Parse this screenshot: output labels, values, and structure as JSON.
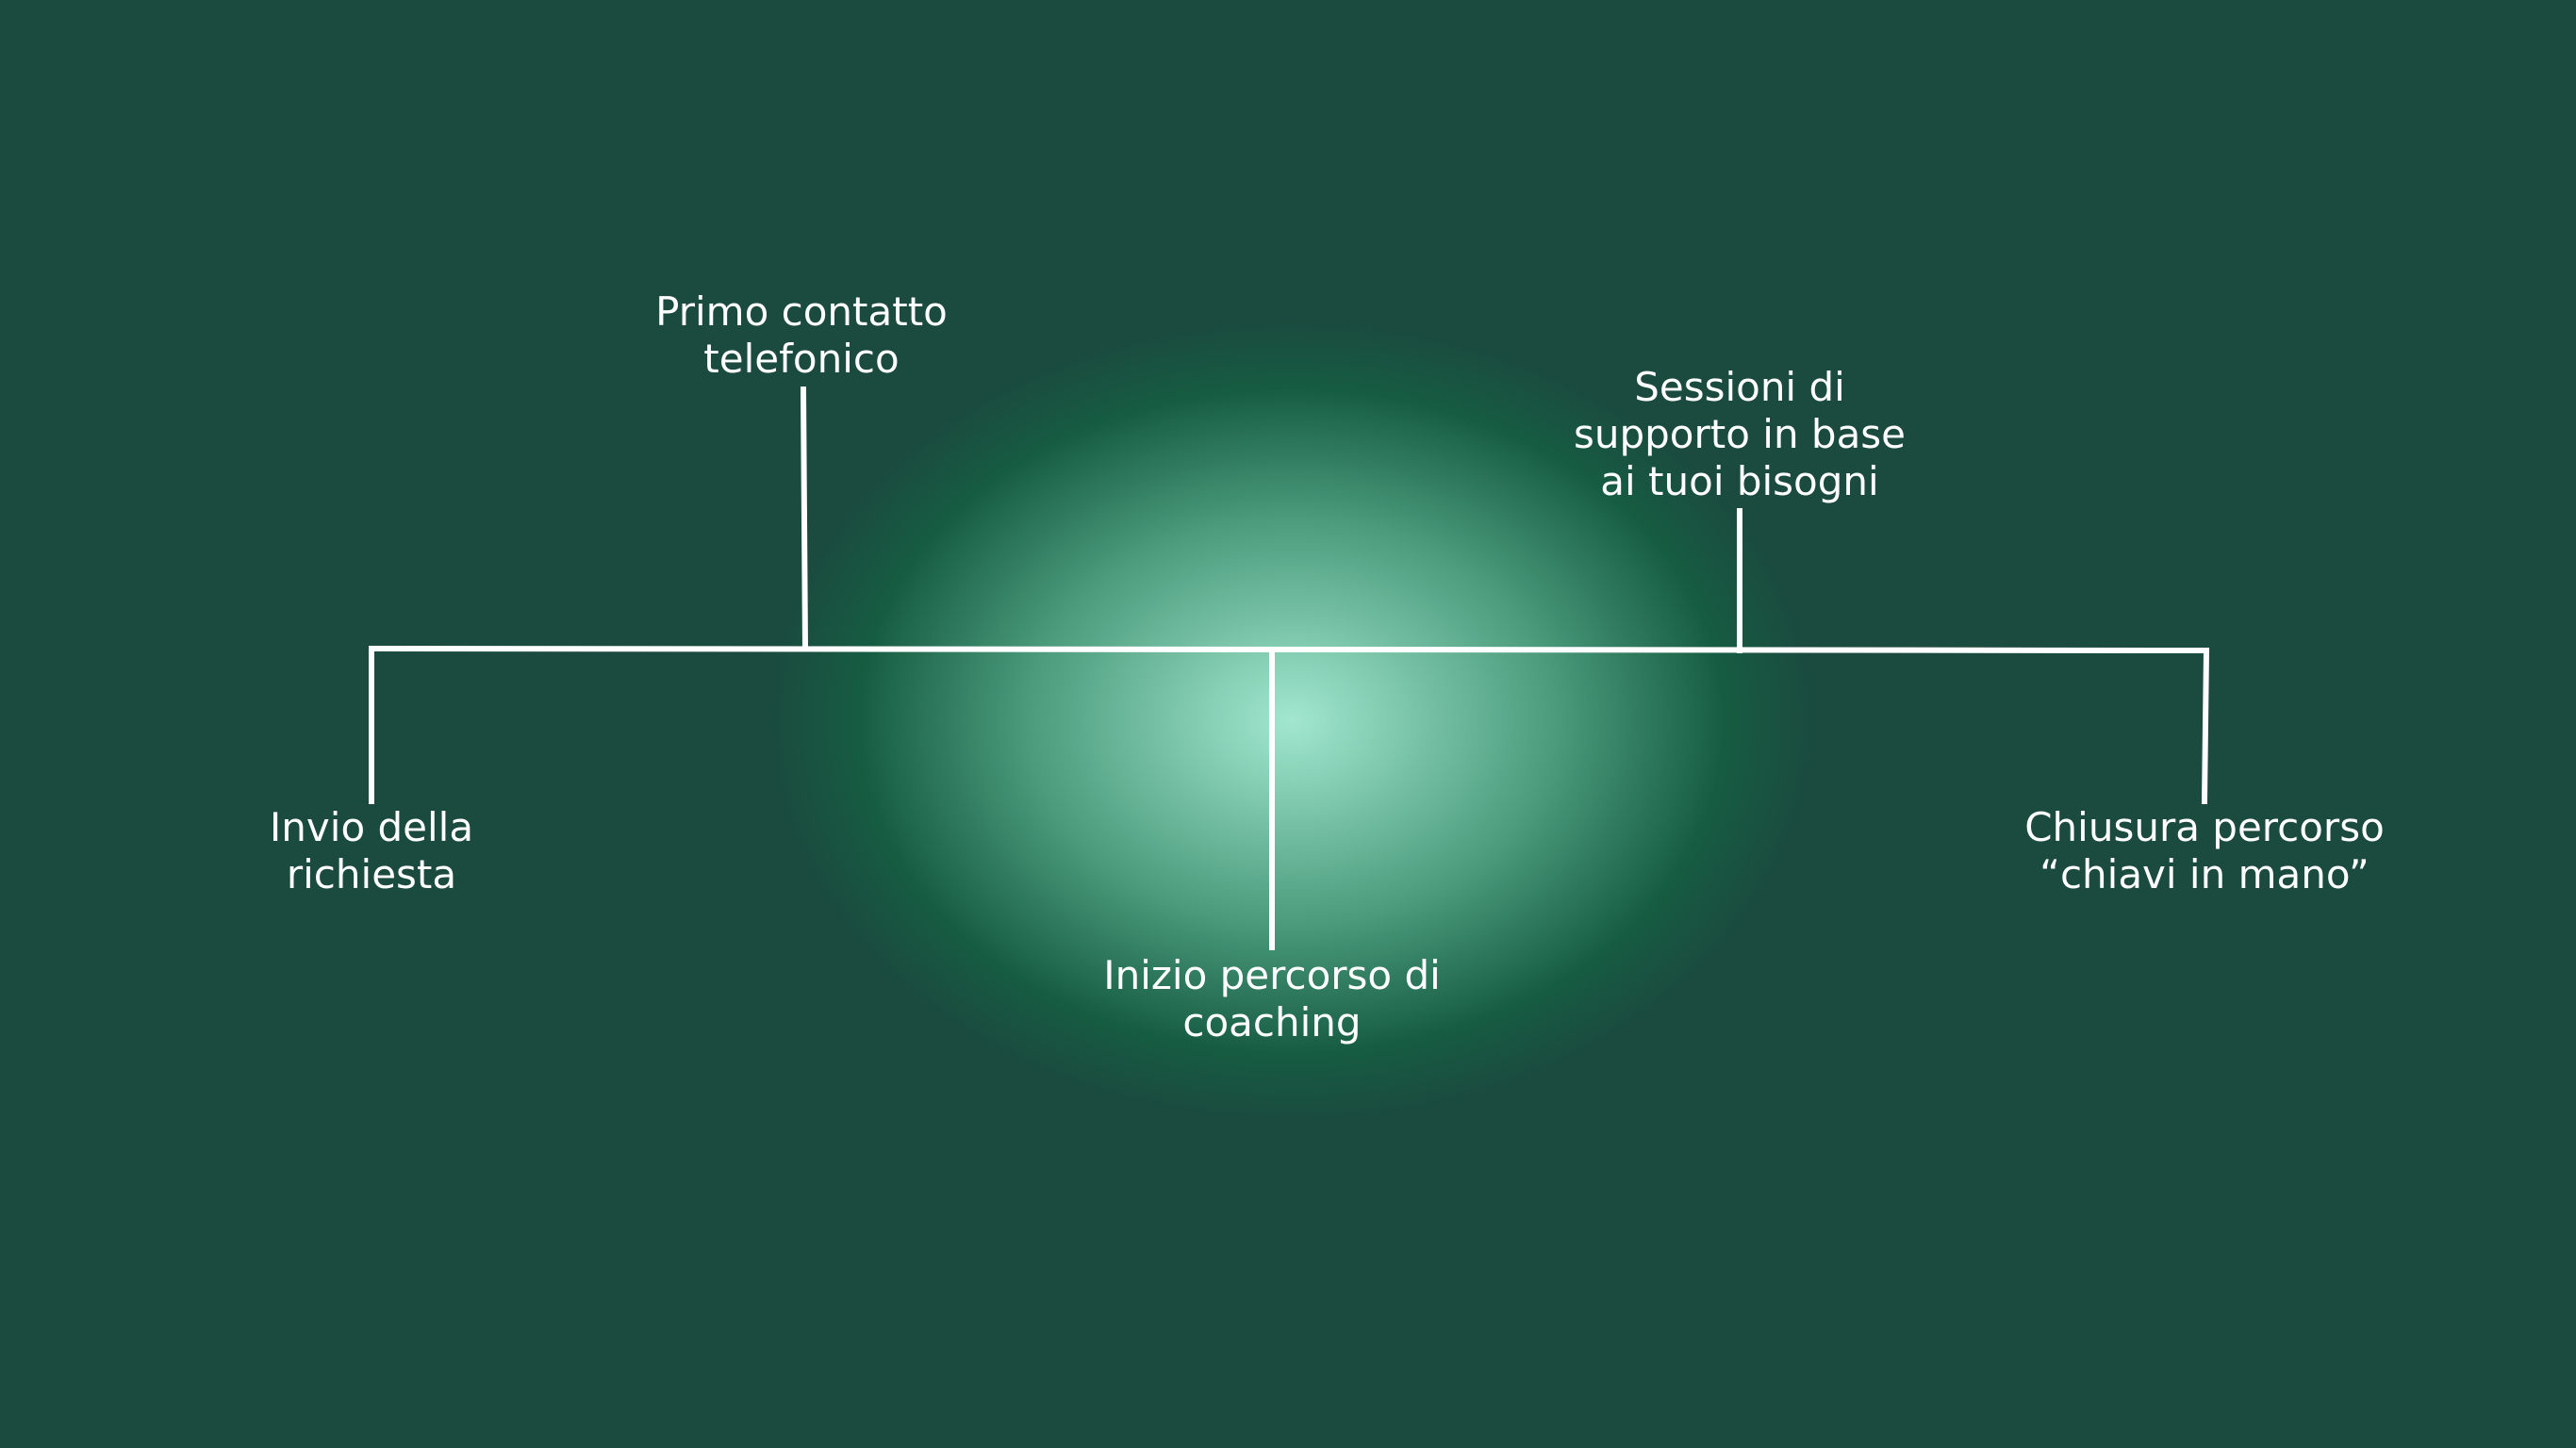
{
  "diagram": {
    "title": "Percorso di coaching",
    "steps": [
      {
        "id": "invio",
        "lines": [
          "Invio della",
          "richiesta"
        ],
        "position": "below"
      },
      {
        "id": "primo-contatto",
        "lines": [
          "Primo contatto",
          "telefonico"
        ],
        "position": "above"
      },
      {
        "id": "inizio",
        "lines": [
          "Inizio percorso di",
          "coaching"
        ],
        "position": "below"
      },
      {
        "id": "sessioni",
        "lines": [
          "Sessioni di",
          "supporto in base",
          "ai tuoi bisogni"
        ],
        "position": "above"
      },
      {
        "id": "chiusura",
        "lines": [
          "Chiusura percorso",
          "“chiavi in mano”"
        ],
        "position": "below"
      }
    ],
    "colors": {
      "background": "#1b4a3e",
      "glow": "#a2e6d0",
      "line": "#ffffff"
    }
  }
}
